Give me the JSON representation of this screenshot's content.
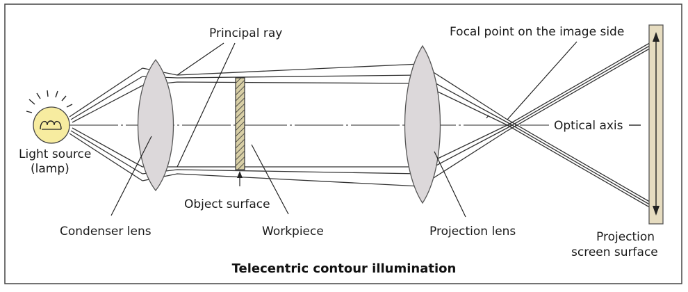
{
  "title": "Telecentric contour illumination",
  "labels": {
    "principal_ray": "Principal ray",
    "focal_point": "Focal point on the image side",
    "optical_axis": "Optical axis",
    "light_source_line1": "Light source",
    "light_source_line2": "(lamp)",
    "condenser_lens": "Condenser lens",
    "object_surface": "Object surface",
    "workpiece": "Workpiece",
    "projection_lens": "Projection lens",
    "projection_screen_line1": "Projection",
    "projection_screen_line2": "screen surface"
  },
  "colors": {
    "lens_fill": "#dcd8da",
    "lamp_fill": "#f7eca0",
    "screen_fill": "#e6dcc0",
    "workpiece_fill": "#d8cfa6",
    "frame": "#444444"
  }
}
